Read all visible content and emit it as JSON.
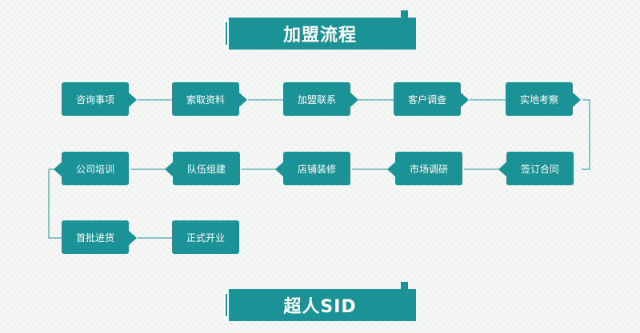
{
  "title": "加盟流程",
  "footer": "超人SID",
  "steps": [
    {
      "label": "咨询事项"
    },
    {
      "label": "索取资料"
    },
    {
      "label": "加盟联系"
    },
    {
      "label": "客户调查"
    },
    {
      "label": "实地考察"
    },
    {
      "label": "签订合同"
    },
    {
      "label": "市场调研"
    },
    {
      "label": "店铺装修"
    },
    {
      "label": "队伍组建"
    },
    {
      "label": "公司培训"
    },
    {
      "label": "首批进货"
    },
    {
      "label": "正式开业"
    }
  ]
}
